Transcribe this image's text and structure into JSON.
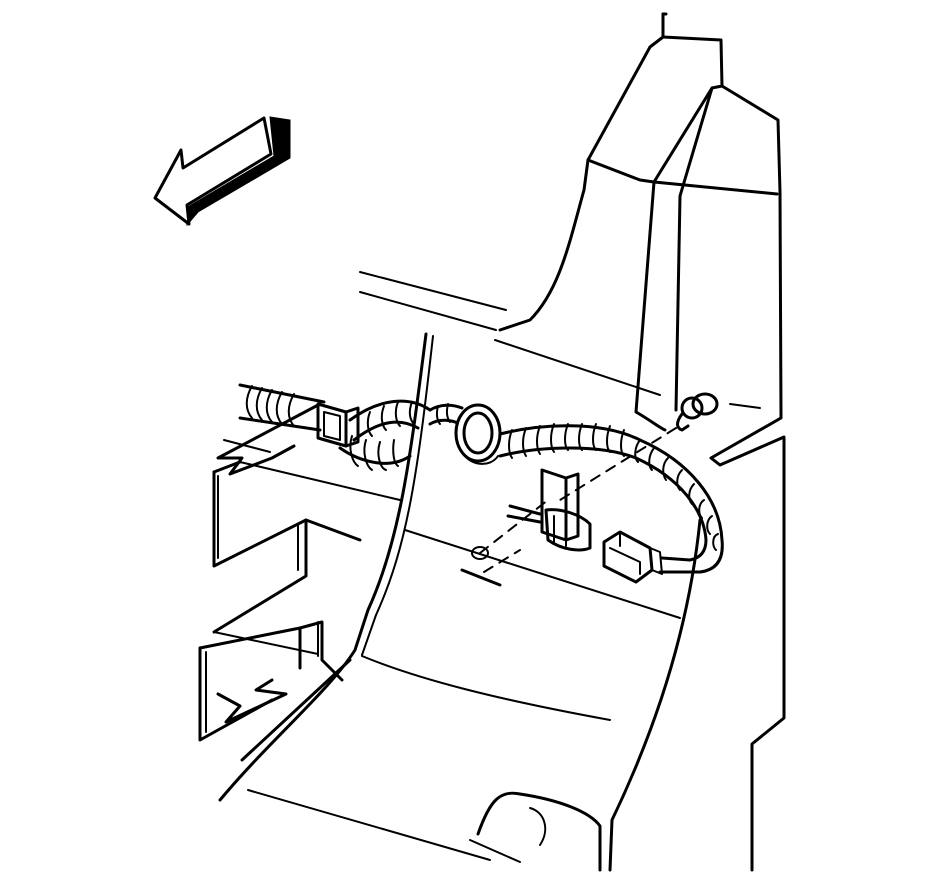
{
  "diagram": {
    "type": "line-art",
    "colors": {
      "ink": "#000000",
      "paper": "#ffffff"
    },
    "parts": [
      {
        "name": "direction-arrow",
        "icon": "arrow-forward-left-icon"
      },
      {
        "name": "pillar-trim"
      },
      {
        "name": "body-panel"
      },
      {
        "name": "wiring-harness"
      },
      {
        "name": "harness-retainer-clip"
      },
      {
        "name": "harness-bracket"
      },
      {
        "name": "electrical-connector"
      },
      {
        "name": "mounting-stud"
      },
      {
        "name": "retainer-nut"
      },
      {
        "name": "panel-mounting-hole"
      },
      {
        "name": "cross-member-bracket"
      },
      {
        "name": "floor-panel"
      }
    ]
  }
}
